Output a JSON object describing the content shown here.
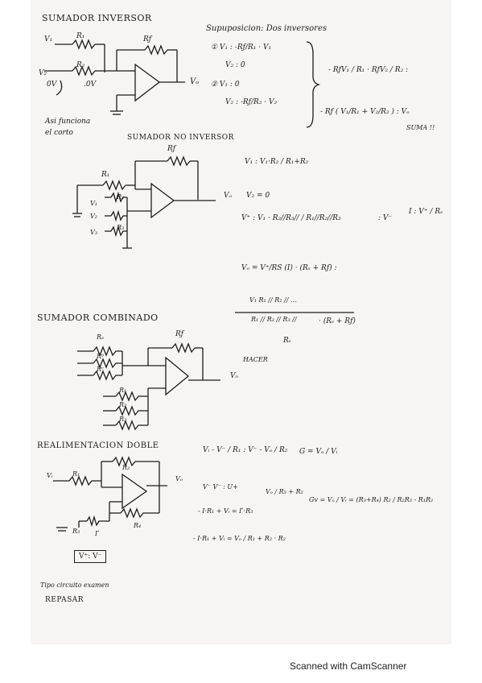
{
  "sections": {
    "inverting": {
      "title": "SUMADOR INVERSOR",
      "labels": [
        "V₁",
        "R₁",
        "R₂",
        "V₂",
        "0V",
        ".0V",
        "Rƒ",
        "Vₒ"
      ],
      "note_line1": "Asi funciona",
      "note_line2": "el corto"
    },
    "superposition": {
      "title": "Supuposicion: Dos inversores",
      "lines": [
        "① V₁ :  -Rƒ/R₁ · V₁",
        "V₂ : 0",
        "② V₁ : 0",
        "V₂ : -Rƒ/R₂ · V₂",
        "- RƒV₁ / R₁  ·  RƒV₂ / R₂  :",
        "- Rƒ ( V₁/R₁ + V₂/R₂ ) : Vₒ",
        "SUMA !!"
      ]
    },
    "non_inverting": {
      "title": "SUMADOR NO INVERSOR",
      "labels": [
        "Rƒ",
        "R₁",
        "R₂",
        "R₃",
        "V₁",
        "V₂",
        "V₃",
        "Vₒ"
      ],
      "eqs": [
        "V₁ :  V₁·R₂ / R₁+R₂",
        "V₂ = 0",
        "V⁺ : V₁ ·  R₂//R₃// / R₁//R₂//R₃",
        ": V⁻",
        "I : V⁺ / Rₛ",
        "Vₒ = V⁺/RS (I) · (Rₛ + Rƒ) :",
        "V₁ R₁ // R₂ // …",
        "R₁ // R₂ // R₃ //",
        "· (Rₛ + Rƒ)",
        "Rₛ"
      ]
    },
    "combined": {
      "title": "SUMADOR COMBINADO",
      "labels": [
        "Rₐ",
        "Rᵇ",
        "Rᶜ",
        "Rƒ",
        "R₁",
        "R₂",
        "R₃",
        "Vₒ"
      ],
      "note": "HACER"
    },
    "double_feedback": {
      "title": "REALIMENTACION DOBLE",
      "labels": [
        "Vᵢ",
        "R₁",
        "R₂",
        "R₃",
        "R₄",
        "Vₒ",
        "Iʹ"
      ],
      "boxed": "V⁺: V⁻",
      "footnote_line1": "Tipo circuito examen",
      "footnote_line2": "REPASAR",
      "eqs": [
        "Vᵢ - V⁻ / R₁  :  V⁻ - Vₒ / R₂",
        "G = Vₒ / Vᵢ",
        "V⁻ V⁻ : U+",
        "Vₒ / R₃ + R₂",
        "- I·R₁ + Vᵢ = Iʹ·R₃",
        "- I·R₁ + Vᵢ =   Vₒ / R₁ + R₂  · R₂",
        "Gv = Vₒ / Vᵢ  =  (R₃+R₄) R₂ / R₂R₃ - R₁R₂"
      ]
    }
  },
  "footer": {
    "text": "Scanned with CamScanner"
  }
}
